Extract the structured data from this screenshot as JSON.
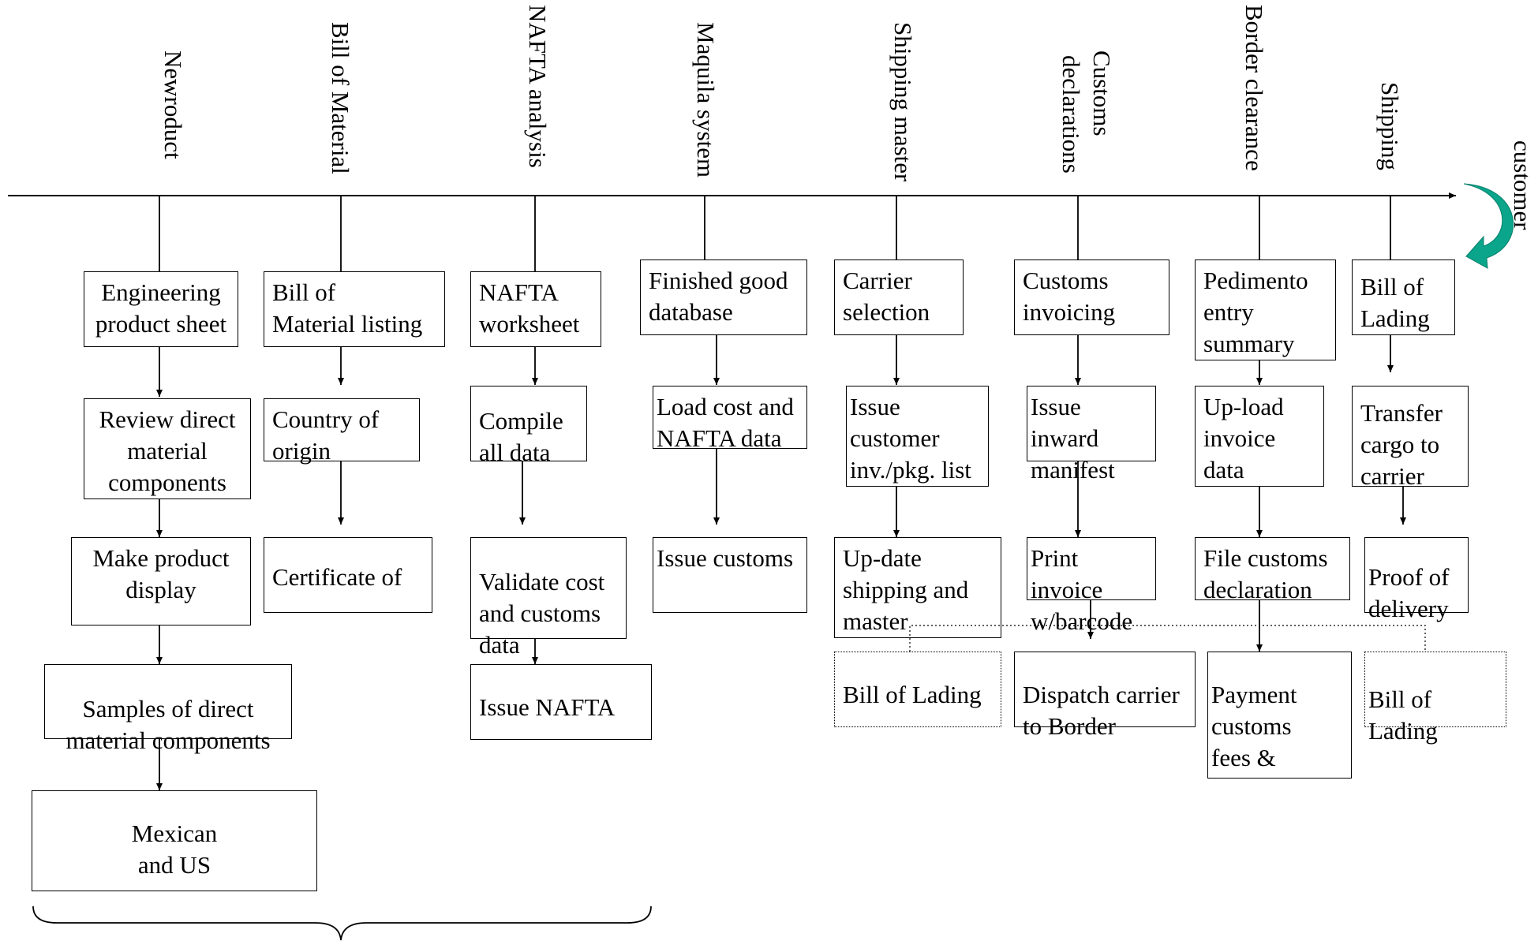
{
  "headers": {
    "newproduct": "Newroduct",
    "bom": "Bill of Material",
    "nafta": "NAFTA analysis",
    "maquila": "Maquila system",
    "shipping_master": "Shipping master",
    "customs_decl_1": "Customs",
    "customs_decl_2": "declarations",
    "border": "Border clearance",
    "shipping": "Shipping",
    "customer": "customer"
  },
  "col1": {
    "b1": "Engineering\nproduct sheet",
    "b2": "Review direct\nmaterial\ncomponents",
    "b3": "Make product\ndisplay",
    "b4": "Samples of direct\nmaterial components",
    "b5": "Mexican\nand US"
  },
  "col2": {
    "b1": "Bill of\nMaterial listing",
    "b2": "Country of\norigin",
    "b3": "Certificate of"
  },
  "col3": {
    "b1": "NAFTA\nworksheet",
    "b2": "Compile\nall data",
    "b3": "Validate cost\nand customs\ndata",
    "b4": "Issue NAFTA"
  },
  "col4": {
    "b1": "Finished good\ndatabase",
    "b2": "Load cost and\nNAFTA data",
    "b3": "Issue customs"
  },
  "col5": {
    "b1": "Carrier\nselection",
    "b2": "Issue\ncustomer\ninv./pkg. list",
    "b3": "Up-date\nshipping and\nmaster",
    "b4": "Bill of Lading"
  },
  "col6": {
    "b1": "Customs\ninvoicing",
    "b2": "Issue inward\nmanifest",
    "b3": "Print invoice\nw/barcode",
    "b4": "Dispatch carrier\nto Border"
  },
  "col7": {
    "b1": "Pedimento\nentry\nsummary",
    "b2": "Up-load\ninvoice\ndata",
    "b3": "File customs\ndeclaration",
    "b4": "Payment\ncustoms\nfees &"
  },
  "col8": {
    "b1": "Bill of\nLading",
    "b2": "Transfer\ncargo to\ncarrier",
    "b3": "Proof of\ndelivery",
    "b4": "Bill of Lading"
  },
  "colors": {
    "line": "#000000",
    "customer_arrow": "#0aa58a"
  },
  "icons": {
    "customer_arrow": "curved-arrow-icon"
  }
}
